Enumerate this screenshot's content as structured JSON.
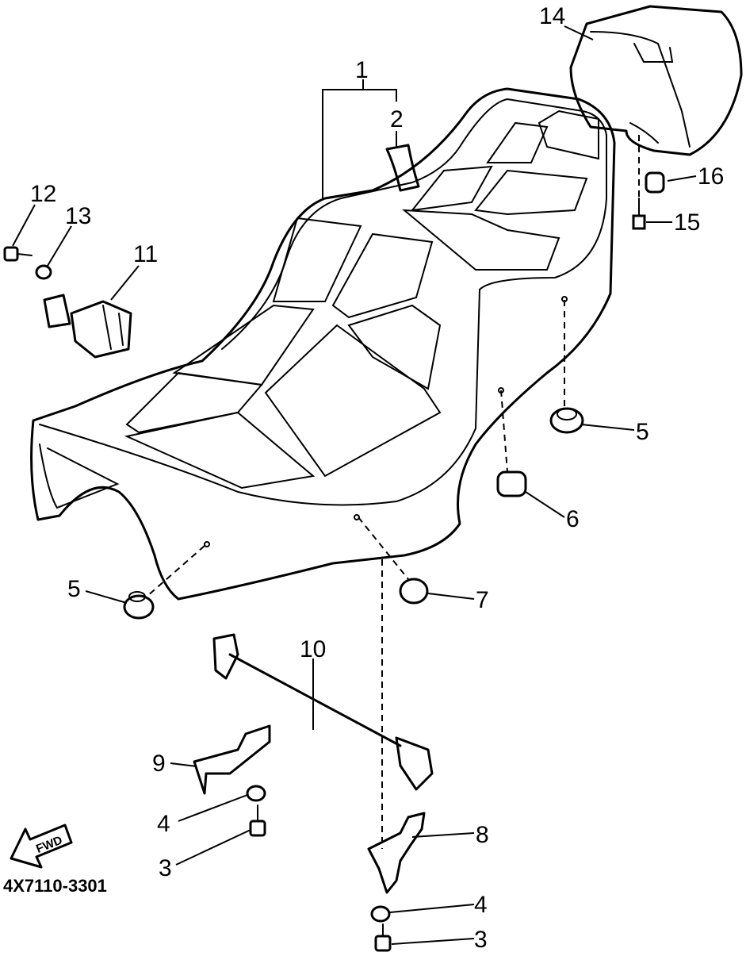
{
  "diagram": {
    "part_code": "4X7110-3301",
    "fwd_label": "FWD",
    "callouts": {
      "c1": "1",
      "c2": "2",
      "c3a": "3",
      "c3b": "3",
      "c4a": "4",
      "c4b": "4",
      "c5a": "5",
      "c5b": "5",
      "c6": "6",
      "c7": "7",
      "c8": "8",
      "c9": "9",
      "c10": "10",
      "c11": "11",
      "c12": "12",
      "c13": "13",
      "c14": "14",
      "c15": "15",
      "c16": "16"
    }
  }
}
